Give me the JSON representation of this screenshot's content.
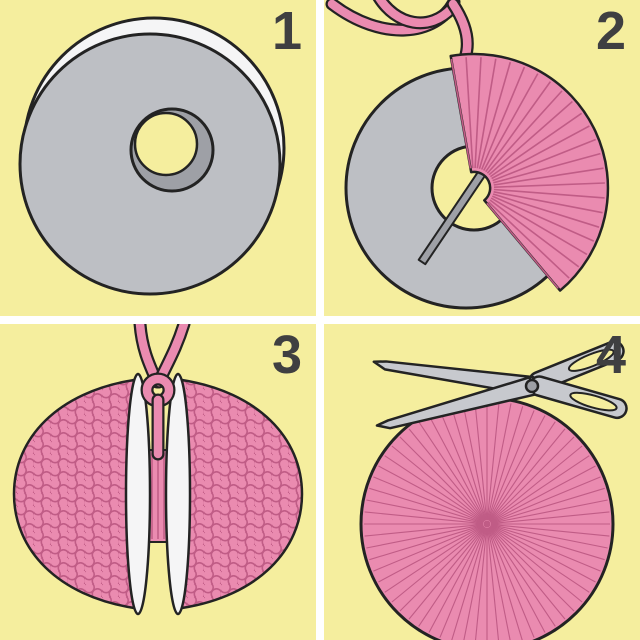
{
  "figure": {
    "panels": [
      {
        "number": "1",
        "illustration": "cardboard-disc-rings"
      },
      {
        "number": "2",
        "illustration": "yarn-wrapping-with-needle"
      },
      {
        "number": "3",
        "illustration": "fully-wrapped-discs-with-knot"
      },
      {
        "number": "4",
        "illustration": "scissors-and-finished-pompom"
      }
    ],
    "colors": {
      "background": "#F5EE9E",
      "gutter": "#FFFFFF",
      "disc_gray": "#BDBFC4",
      "disc_gray_dark": "#9EA0A6",
      "steel": "#C7C9CE",
      "white_disc": "#F5F5F6",
      "outline": "#232323",
      "yarn_pink": "#EA8BB0",
      "yarn_pink_dark": "#C05C86",
      "number": "#3F3F41"
    }
  }
}
